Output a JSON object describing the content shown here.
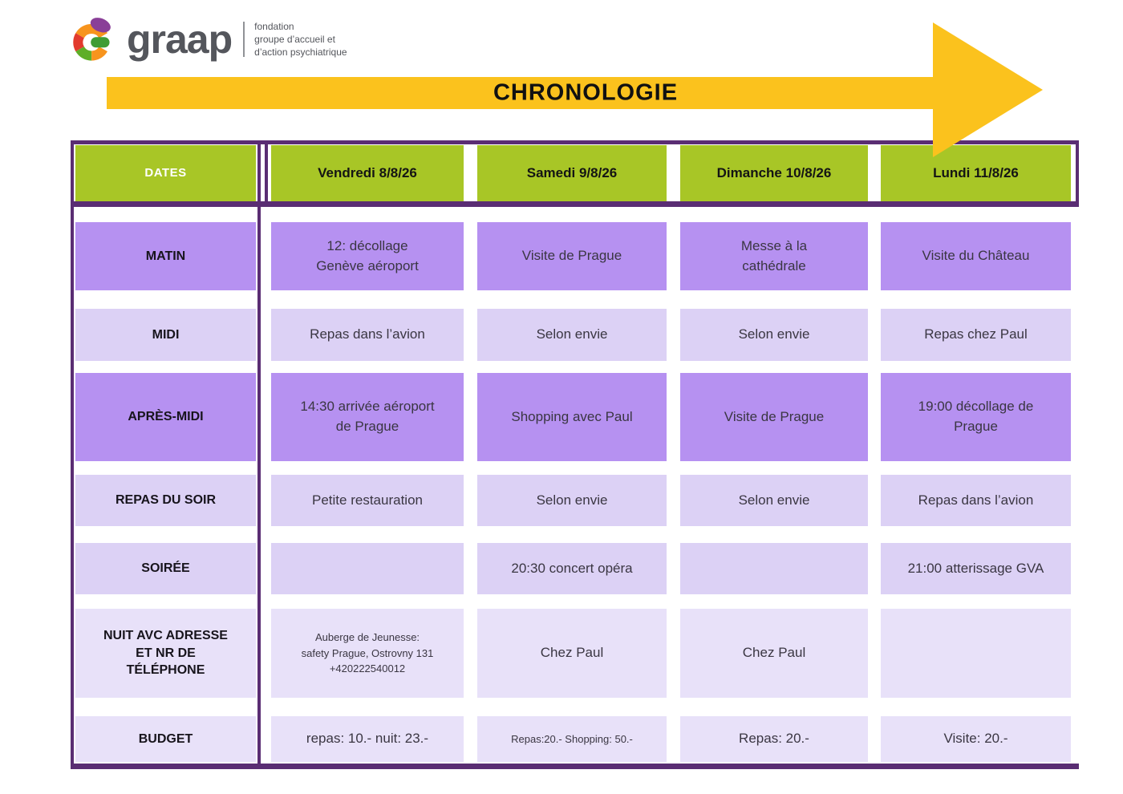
{
  "logo": {
    "brand": "graap",
    "tagline_lines": [
      "fondation",
      "groupe d’accueil et",
      "d’action psychiatrique"
    ]
  },
  "banner": {
    "title": "CHRONOLOGIE"
  },
  "colors": {
    "banner_yellow": "#fbc21d",
    "header_green": "#a8c626",
    "purple_medium": "#b691f1",
    "purple_light": "#dcd1f5",
    "purple_pale": "#e8e1f9",
    "border_purple": "#5a2d73"
  },
  "table": {
    "header": {
      "label": "DATES",
      "days": [
        "Vendredi 8/8/26",
        "Samedi 9/8/26",
        "Dimanche 10/8/26",
        "Lundi 11/8/26"
      ]
    },
    "rows": [
      {
        "label": "MATIN",
        "tone": "medium",
        "cells": [
          "12: décollage\nGenève aéroport",
          "Visite de Prague",
          "Messe à la\ncathédrale",
          "Visite du Château"
        ]
      },
      {
        "label": "MIDI",
        "tone": "light",
        "cells": [
          "Repas dans l’avion",
          "Selon envie",
          "Selon envie",
          "Repas chez Paul"
        ]
      },
      {
        "label": "APRÈS-MIDI",
        "tone": "medium",
        "cells": [
          "14:30 arrivée aéroport\nde Prague",
          "Shopping avec Paul",
          "Visite de Prague",
          "19:00 décollage de\nPrague"
        ]
      },
      {
        "label": "REPAS DU SOIR",
        "tone": "light",
        "cells": [
          "Petite restauration",
          "Selon envie",
          "Selon envie",
          "Repas dans l’avion"
        ]
      },
      {
        "label": "SOIRÉE",
        "tone": "light",
        "cells": [
          "",
          "20:30 concert opéra",
          "",
          "21:00 atterissage GVA"
        ]
      },
      {
        "label": "NUIT AVC ADRESSE\nET NR DE\nTÉLÉPHONE",
        "tone": "lighter",
        "cells": [
          {
            "text": "Auberge de Jeunesse:\nsafety Prague, Ostrovny 131\n+420222540012",
            "small": true
          },
          "Chez Paul",
          "Chez Paul",
          ""
        ]
      },
      {
        "label": "BUDGET",
        "tone": "lighter",
        "cells": [
          "repas: 10.- nuit: 23.-",
          {
            "text": "Repas:20.- Shopping: 50.-",
            "small": true
          },
          "Repas: 20.-",
          "Visite: 20.-"
        ]
      }
    ]
  }
}
